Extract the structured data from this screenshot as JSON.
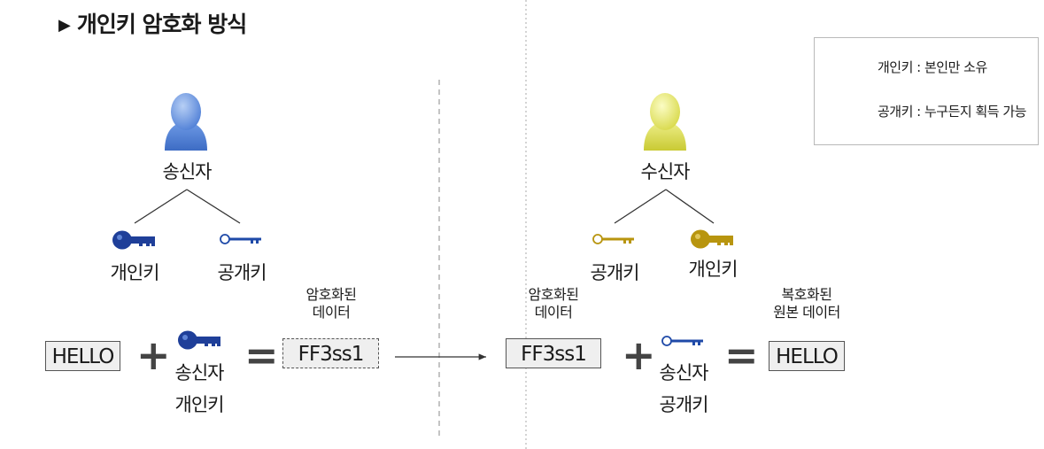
{
  "title": "개인키 암호화 방식",
  "legend": [
    {
      "icon": "private-key-icon",
      "text": "개인키 : 본인만 소유"
    },
    {
      "icon": "public-key-icon",
      "text": "공개키 : 누구든지 획득 가능"
    }
  ],
  "sender": {
    "name": "송신자",
    "private_key_label": "개인키",
    "public_key_label": "공개키",
    "color": "#1f3f99"
  },
  "receiver": {
    "name": "수신자",
    "public_key_label": "공개키",
    "private_key_label": "개인키",
    "color": "#b8950f"
  },
  "encrypt_flow": {
    "plain": "HELLO",
    "plus": "+",
    "key_label_line1": "송신자",
    "key_label_line2": "개인키",
    "equals": "=",
    "result_caption_line1": "암호화된",
    "result_caption_line2": "데이터",
    "result": "FF3ss1"
  },
  "decrypt_flow": {
    "input_caption_line1": "암호화된",
    "input_caption_line2": "데이터",
    "input": "FF3ss1",
    "plus": "+",
    "key_label_line1": "송신자",
    "key_label_line2": "공개키",
    "equals": "=",
    "result_caption_line1": "복호화된",
    "result_caption_line2": "원본 데이터",
    "result": "HELLO"
  }
}
